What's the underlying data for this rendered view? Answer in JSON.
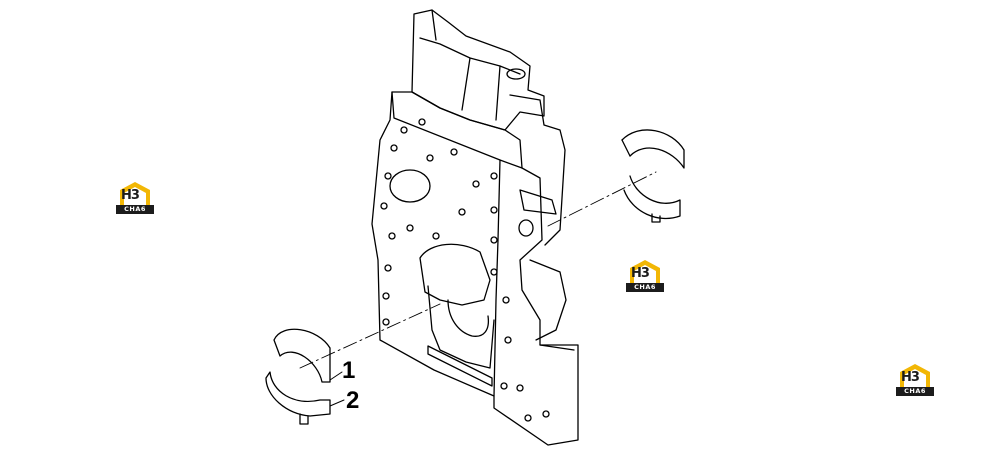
{
  "callouts": [
    {
      "label": "1",
      "part": "thrust washer upper half"
    },
    {
      "label": "2",
      "part": "thrust washer lower half"
    }
  ],
  "watermark": {
    "main": "H3",
    "sub": "CHA6"
  },
  "colors": {
    "line": "#000000",
    "logo_gold": "#f2b705",
    "logo_dark": "#1c1c1c"
  }
}
